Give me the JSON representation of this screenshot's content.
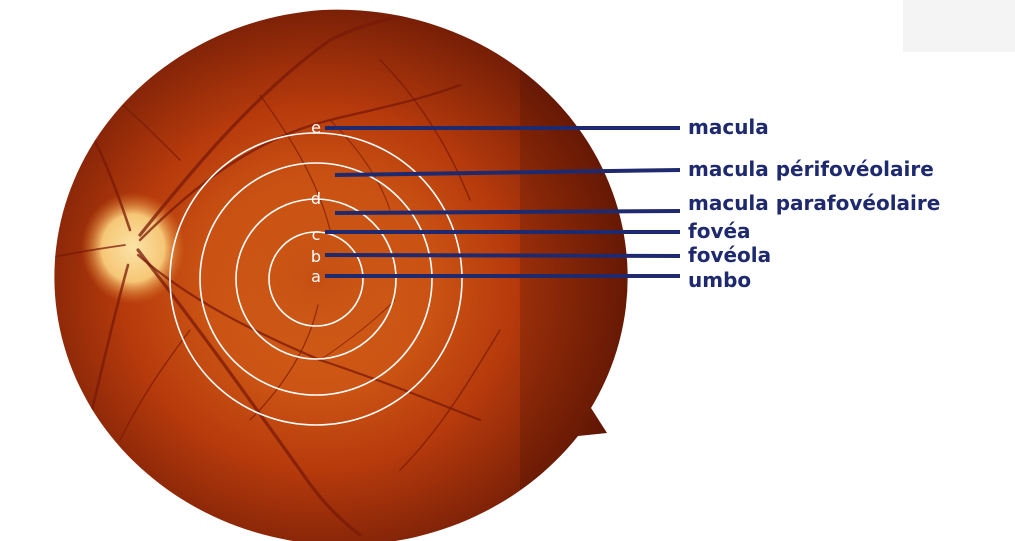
{
  "colors": {
    "label": "#1f2a6e",
    "leader_line": "#1f2a6e",
    "ring": "#ffffff",
    "fundus_dark": "#5a1204",
    "fundus_mid": "#b63a0c",
    "fundus_bright": "#e8761e",
    "optic_disc": "#f6c777",
    "vessel": "#7a1a08"
  },
  "rings": [
    {
      "letter": "a"
    },
    {
      "letter": "b"
    },
    {
      "letter": "c"
    },
    {
      "letter": "d"
    },
    {
      "letter": "e"
    }
  ],
  "labels": [
    {
      "text": "macula"
    },
    {
      "text": "macula périfovéolaire"
    },
    {
      "text": "macula parafovéolaire"
    },
    {
      "text": "fovéa"
    },
    {
      "text": "fovéola"
    },
    {
      "text": "umbo"
    }
  ]
}
